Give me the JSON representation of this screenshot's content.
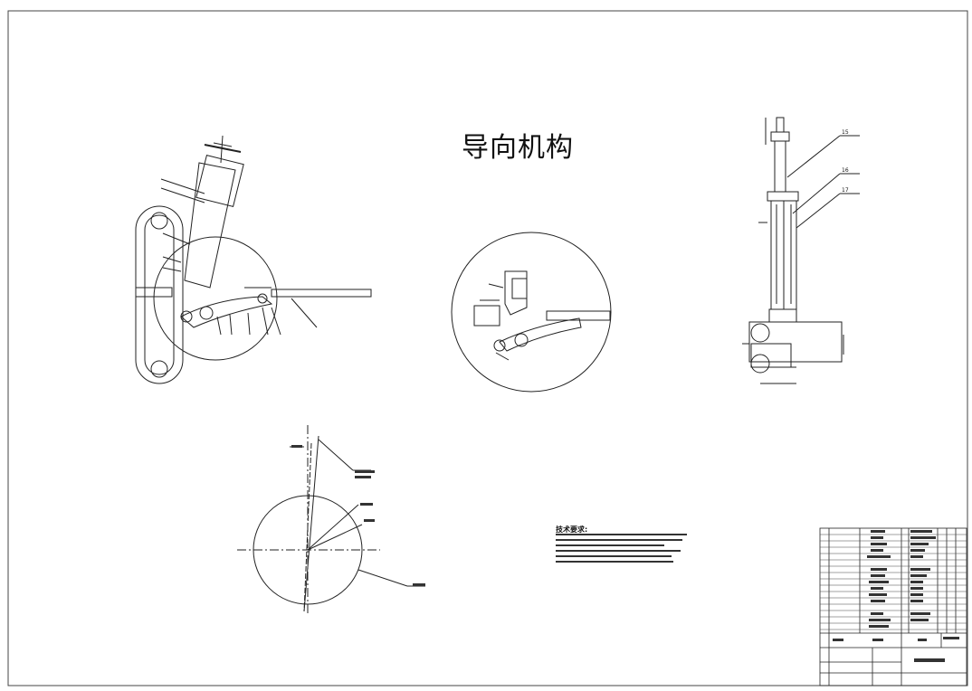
{
  "drawing": {
    "title": "导向机构",
    "notes_title": "技术要求:",
    "balloons_right": [
      "15",
      "16",
      "17"
    ]
  }
}
